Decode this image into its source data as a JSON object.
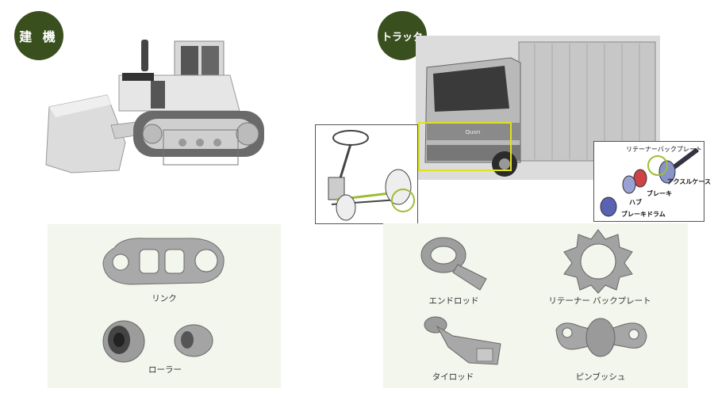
{
  "badges": {
    "construction": "建 機",
    "truck": "トラック"
  },
  "construction_parts": {
    "link": "リンク",
    "roller": "ローラー"
  },
  "truck_parts": {
    "end_rod": "エンドロッド",
    "retainer_back_plate": "リテーナー バックプレート",
    "tie_rod": "タイロッド",
    "pin_bush": "ピンブッシュ"
  },
  "hub_diagram": {
    "retainer_label": "リテーナーバックプレート",
    "axle_case": "アクスルケース",
    "brake": "ブレーキ",
    "hub": "ハブ",
    "brake_drum": "ブレーキドラム"
  },
  "truck_brand": "Quon",
  "colors": {
    "badge_green": "#3a4f1e",
    "panel_bg": "#f2f6ec",
    "highlight_yellow": "#e0e21a",
    "highlight_green": "#9ebd35"
  }
}
